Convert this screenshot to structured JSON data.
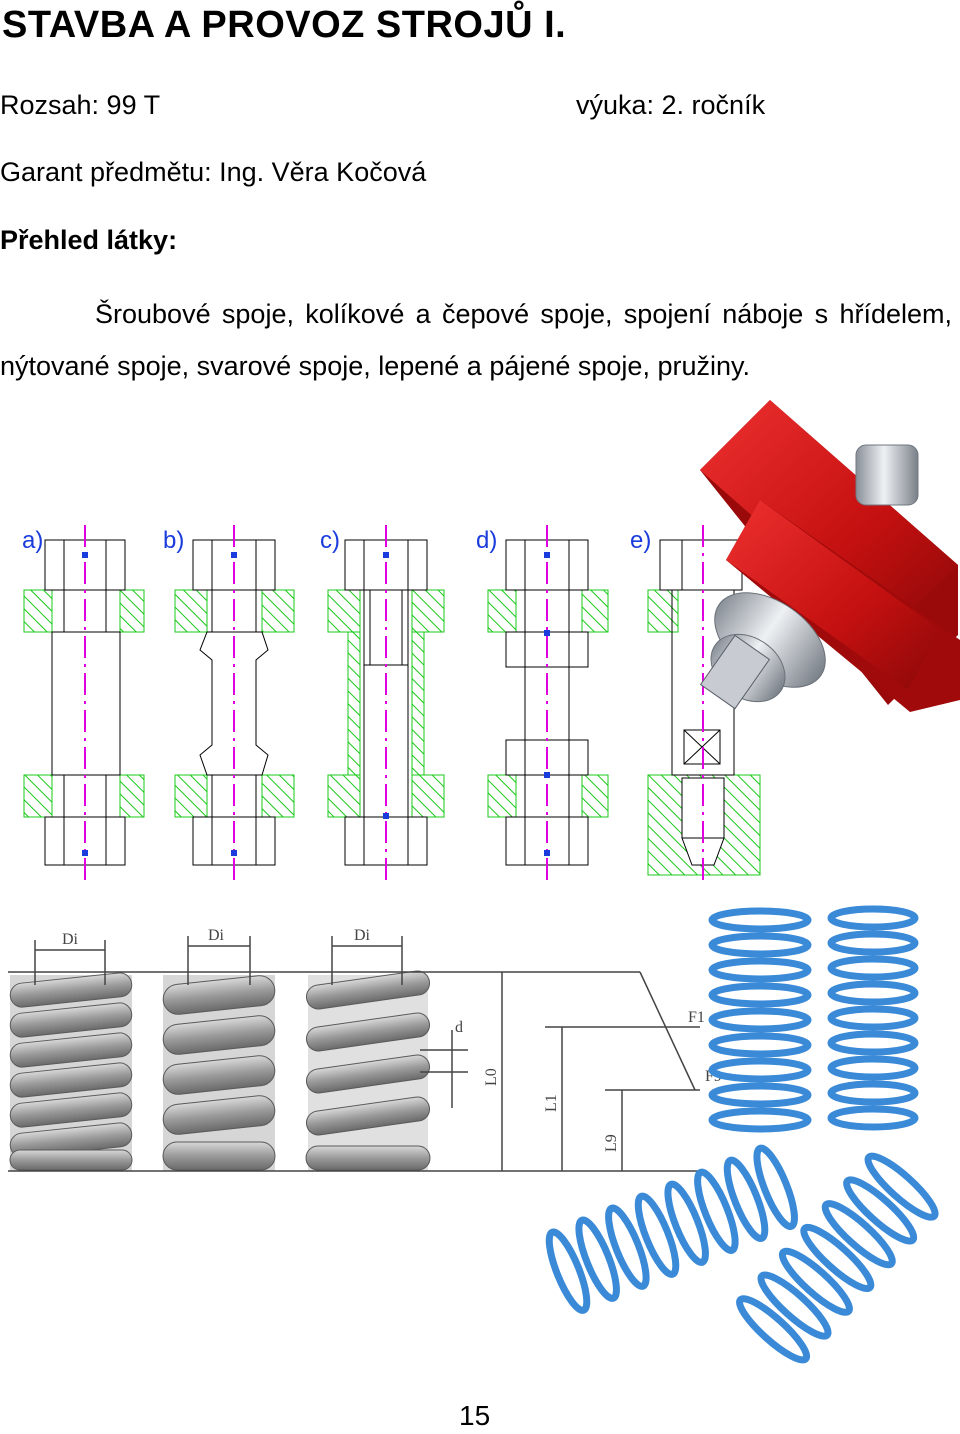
{
  "document": {
    "title": "STAVBA A PROVOZ STROJŮ I.",
    "scope": "Rozsah: 99 T",
    "teaching": "výuka: 2. ročník",
    "guarantor": "Garant předmětu: Ing. Věra Kočová",
    "overview_heading": "Přehled látky:",
    "overview_text": "Šroubové spoje, kolíkové a čepové spoje, spojení náboje s hřídelem, nýtované spoje, svarové spoje, lepené a pájené spoje, pružiny.",
    "page_number": "15"
  },
  "bolt_figure": {
    "labels": [
      "a)",
      "b)",
      "c)",
      "d)",
      "e)"
    ]
  },
  "spring_figure": {
    "dim_labels": [
      "Di",
      "Di",
      "Di",
      "d",
      "L0",
      "L1",
      "L9",
      "F1",
      "F9"
    ]
  },
  "colors": {
    "hatch_green": "#18c818",
    "centerline_magenta": "#e000e0",
    "drawing_blue": "#1a3cdc",
    "flange_red": "#cc1010",
    "spring_grey": "#8c8c8c",
    "spring_blue": "#3a8ad8"
  }
}
